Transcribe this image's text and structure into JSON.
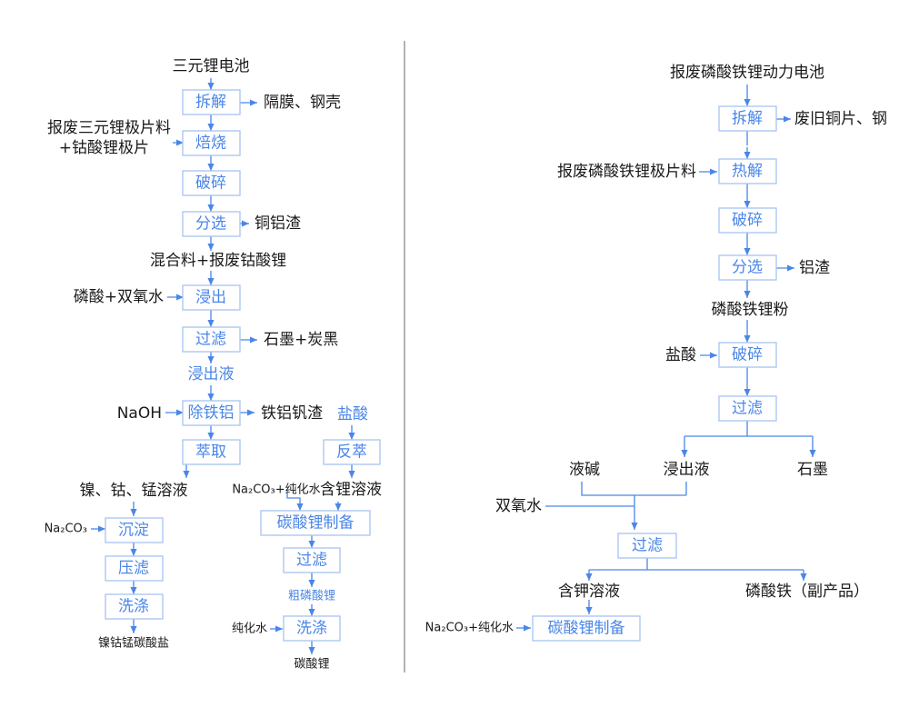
{
  "left": {
    "source": "三元锂电池",
    "steps": {
      "dismantle": "拆解",
      "roast": "焙烧",
      "crush": "破碎",
      "sort": "分选",
      "leach": "浸出",
      "filter1": "过滤",
      "remove_fe_al": "除铁铝",
      "extract": "萃取",
      "strip": "反萃",
      "precipitate": "沉淀",
      "press_filter": "压滤",
      "wash1": "洗涤",
      "li_carbonate_prep": "碳酸锂制备",
      "filter2": "过滤",
      "wash2": "洗涤"
    },
    "labels": {
      "separator_shell": "隔膜、钢壳",
      "scrap_line1": "报废三元锂极片料",
      "scrap_line2": "+钴酸锂极片",
      "cu_al_slag": "铜铝渣",
      "mixture": "混合料+报废钴酸锂",
      "phosphoric_peroxide": "磷酸+双氧水",
      "graphite_carbon": "石墨+炭黑",
      "leachate": "浸出液",
      "naoh": "NaOH",
      "fe_al_v_slag": "铁铝钒渣",
      "hcl": "盐酸",
      "ni_co_mn_solution": "镍、钴、锰溶液",
      "na2co3_water": "Na₂CO₃+纯化水",
      "li_solution": "含锂溶液",
      "na2co3": "Na₂CO₃",
      "crude_li_carbonate": "粗磷酸锂",
      "pure_water": "纯化水",
      "ni_co_mn_carbonate": "镍钴锰碳酸盐",
      "li_carbonate": "碳酸锂"
    }
  },
  "right": {
    "source": "报废磷酸铁锂动力电池",
    "steps": {
      "dismantle": "拆解",
      "pyrolysis": "热解",
      "crush1": "破碎",
      "sort": "分选",
      "crush2": "破碎",
      "filter1": "过滤",
      "filter2": "过滤",
      "li_carbonate_prep": "碳酸锂制备"
    },
    "labels": {
      "old_cu_steel": "废旧铜片、钢",
      "scrap_lfp": "报废磷酸铁锂极片料",
      "al_slag": "铝渣",
      "lfp_powder": "磷酸铁锂粉",
      "hcl": "盐酸",
      "lye": "液碱",
      "leachate": "浸出液",
      "graphite": "石墨",
      "peroxide": "双氧水",
      "k_solution": "含钾溶液",
      "iron_phosphate": "磷酸铁（副产品）",
      "na2co3_water": "Na₂CO₃+纯化水"
    }
  },
  "colors": {
    "accent": "#4a86e8",
    "box_border": "#a8c4f2",
    "text": "#1a1a1a",
    "divider": "#999999"
  }
}
